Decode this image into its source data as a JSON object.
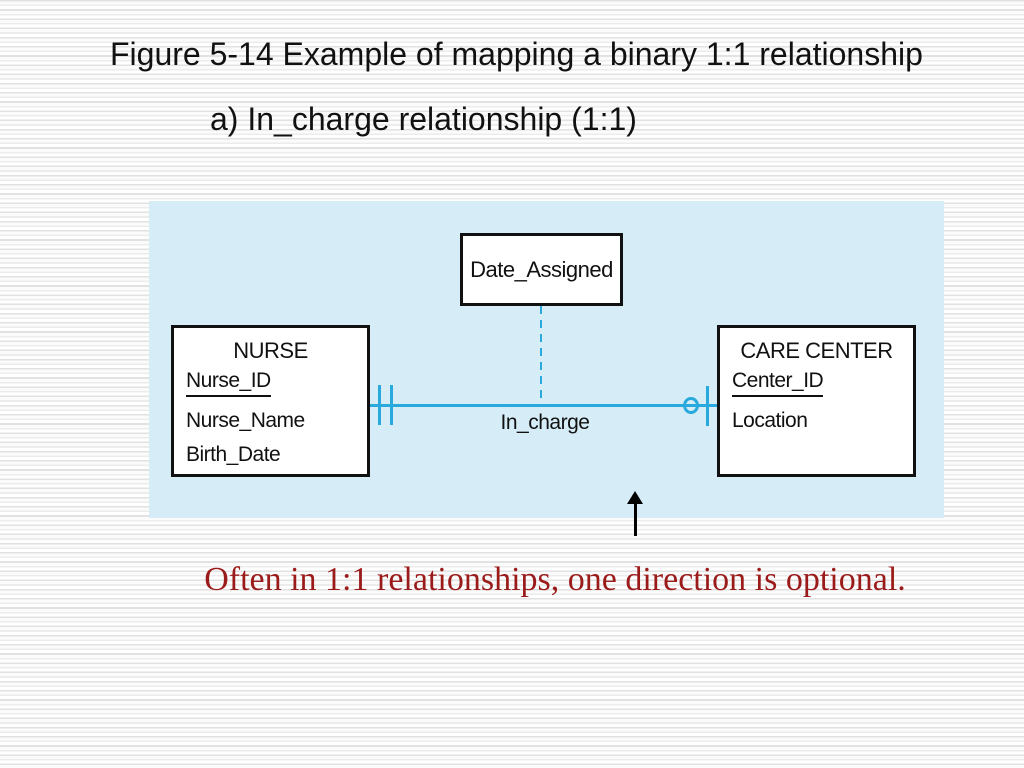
{
  "slide": {
    "title": "Figure 5-14 Example of mapping a binary 1:1 relationship",
    "subtitle": "a) In_charge relationship (1:1)",
    "note": "Often in 1:1 relationships, one direction is optional."
  },
  "diagram": {
    "attribute_box": {
      "label": "Date_Assigned"
    },
    "relationship": {
      "label": "In_charge"
    },
    "entities": [
      {
        "name": "NURSE",
        "key": "Nurse_ID",
        "attributes": [
          "Nurse_Name",
          "Birth_Date"
        ]
      },
      {
        "name": "CARE CENTER",
        "key": "Center_ID",
        "attributes": [
          "Location"
        ]
      }
    ],
    "notation": {
      "left_cardinality": "mandatory-one-double-tick",
      "right_cardinality": "optional-one-circle-tick",
      "pointer": "up-arrow"
    },
    "colors": {
      "panel_bg": "#d6edf8",
      "connector": "#2aa9dc",
      "note_text": "#9b1b1b"
    }
  }
}
